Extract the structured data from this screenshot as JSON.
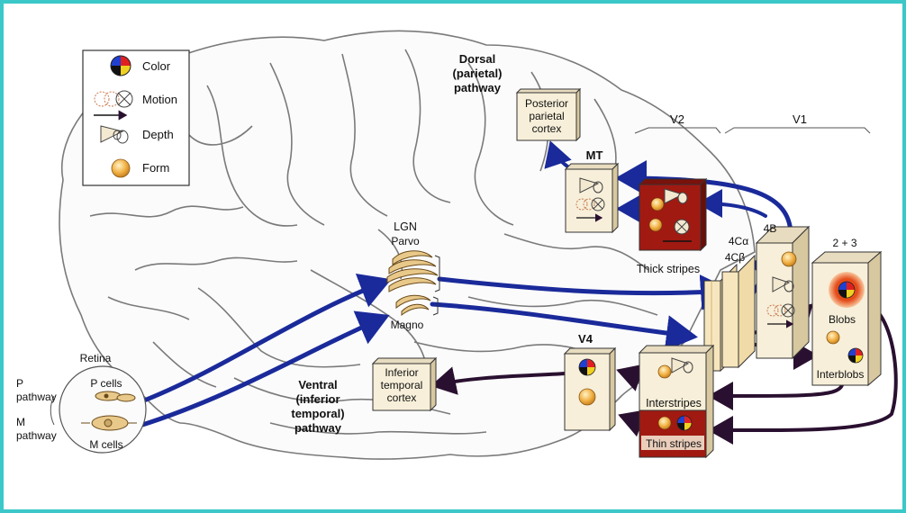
{
  "legend": {
    "color": "Color",
    "motion": "Motion",
    "depth": "Depth",
    "form": "Form"
  },
  "labels": {
    "dorsal_l1": "Dorsal",
    "dorsal_l2": "(parietal)",
    "dorsal_l3": "pathway",
    "posterior_l1": "Posterior",
    "posterior_l2": "parietal",
    "posterior_l3": "cortex",
    "v2": "V2",
    "v1": "V1",
    "mt": "MT",
    "thick_stripes": "Thick stripes",
    "lgn": "LGN",
    "parvo": "Parvo",
    "magno": "Magno",
    "l4ca": "4Cα",
    "l4b": "4B",
    "l4cb": "4Cβ",
    "l23": "2 + 3",
    "blobs": "Blobs",
    "interblobs": "Interblobs",
    "v4": "V4",
    "inferior_l1": "Inferior",
    "inferior_l2": "temporal",
    "inferior_l3": "cortex",
    "ventral_l1": "Ventral",
    "ventral_l2": "(inferior",
    "ventral_l3": "temporal)",
    "ventral_l4": "pathway",
    "retina": "Retina",
    "p_pathway_l1": "P",
    "p_pathway_l2": "pathway",
    "m_pathway_l1": "M",
    "m_pathway_l2": "pathway",
    "p_cells": "P cells",
    "m_cells": "M cells",
    "interstripes": "Interstripes",
    "thin_stripes": "Thin stripes"
  },
  "colors": {
    "frame": "#3cc8c8",
    "arrow_blue": "#1a2a9a",
    "arrow_dark": "#2a1030",
    "stripe_red": "#a01a12",
    "box_cream": "#f7efd9",
    "form_orange": "#f2b246",
    "color_red": "#e02020",
    "color_blue": "#2040d0",
    "color_yellow": "#f0d020",
    "color_black": "#111111"
  }
}
